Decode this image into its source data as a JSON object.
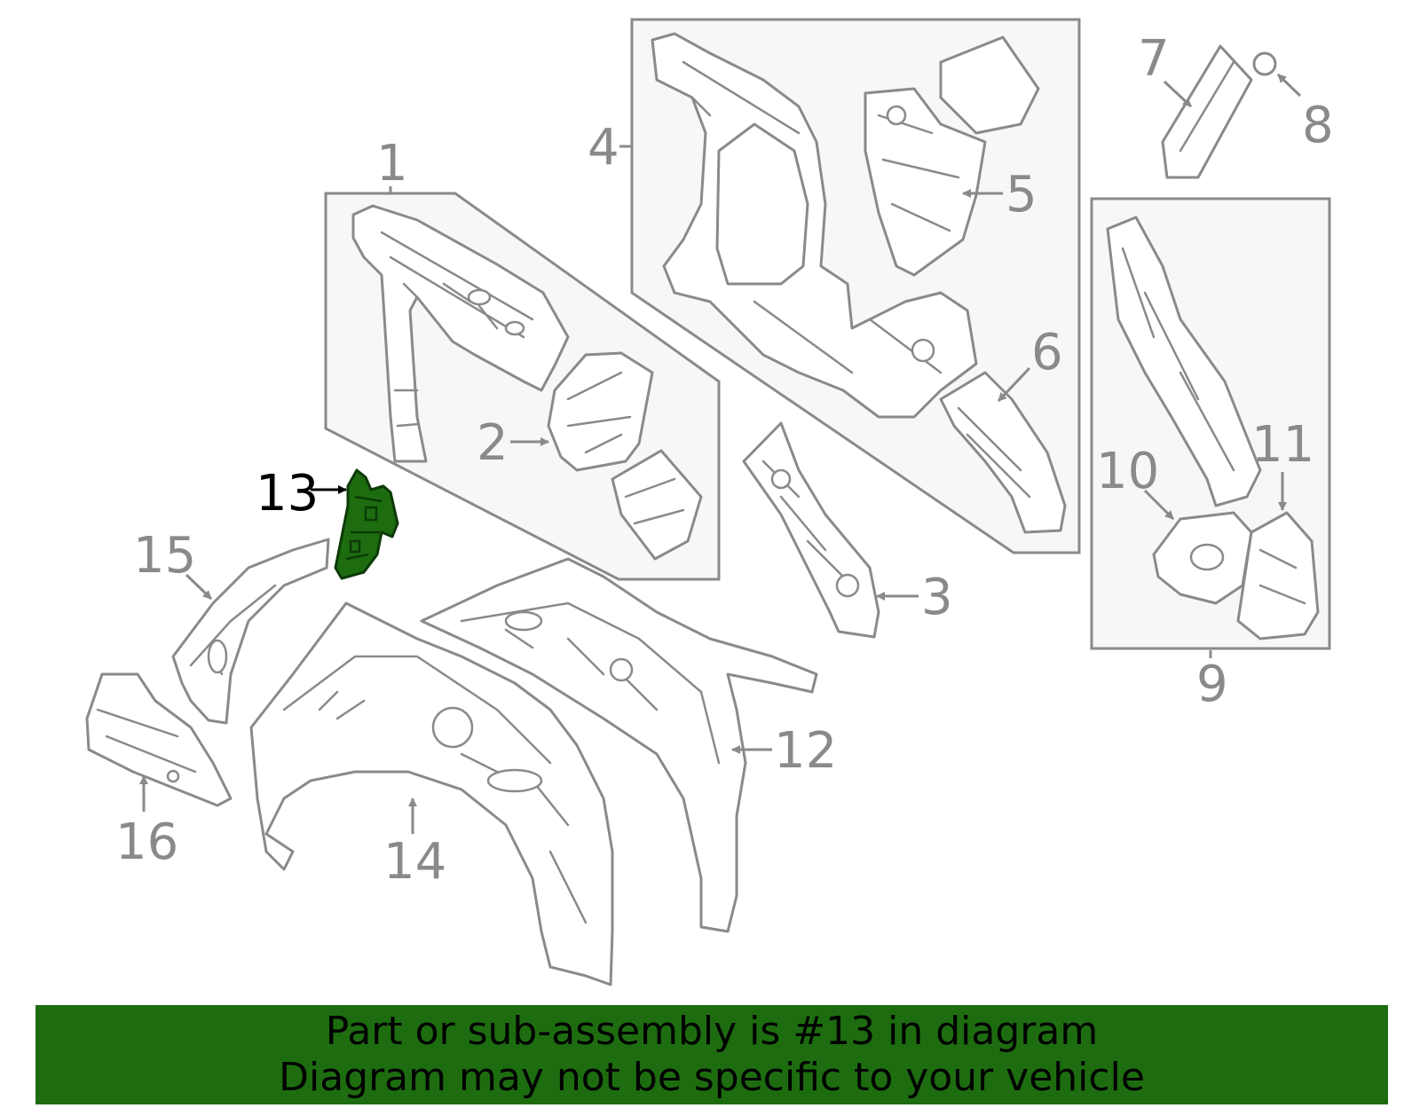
{
  "diagram": {
    "callouts": [
      "1",
      "2",
      "3",
      "4",
      "5",
      "6",
      "7",
      "8",
      "9",
      "10",
      "11",
      "12",
      "13",
      "14",
      "15",
      "16"
    ],
    "highlighted_callout": "13",
    "highlight_color": "#1d6d10",
    "line_color": "#8a8a8a"
  },
  "banner": {
    "line1": "Part or sub-assembly is #13 in diagram",
    "line2": "Diagram may not be specific to your vehicle",
    "background": "#1d6d10"
  }
}
